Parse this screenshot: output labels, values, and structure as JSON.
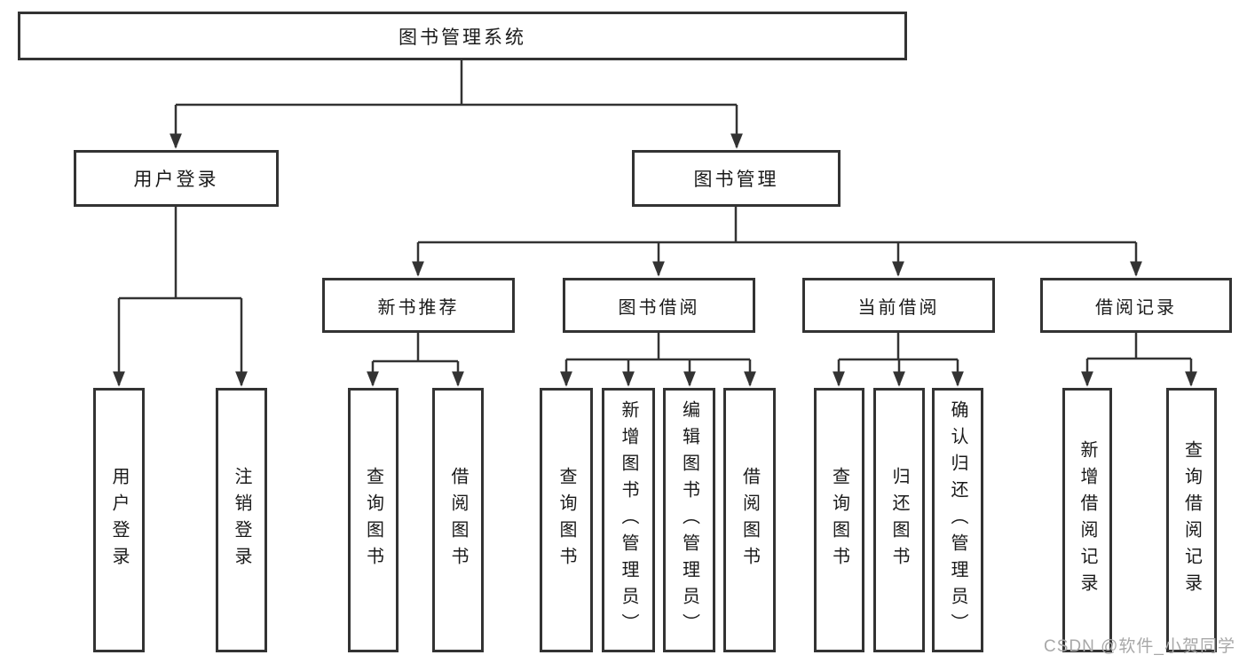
{
  "colors": {
    "line": "#333333",
    "box_border": "#333333",
    "text": "#1a1a1a",
    "watermark": "#a8a8a8",
    "background": "#ffffff"
  },
  "nodes": {
    "root": "图书管理系统",
    "userLogin": {
      "label": "用户登录",
      "children": [
        "用户登录",
        "注销登录"
      ]
    },
    "bookMgmt": {
      "label": "图书管理",
      "sections": [
        {
          "label": "新书推荐",
          "children": [
            "查询图书",
            "借阅图书"
          ]
        },
        {
          "label": "图书借阅",
          "children": [
            "查询图书",
            "新增图书（管理员）",
            "编辑图书（管理员）",
            "借阅图书"
          ]
        },
        {
          "label": "当前借阅",
          "children": [
            "查询图书",
            "归还图书",
            "确认归还（管理员）"
          ]
        },
        {
          "label": "借阅记录",
          "children": [
            "新增借阅记录",
            "查询借阅记录"
          ]
        }
      ]
    }
  },
  "watermark": "CSDN @软件_小贺同学"
}
